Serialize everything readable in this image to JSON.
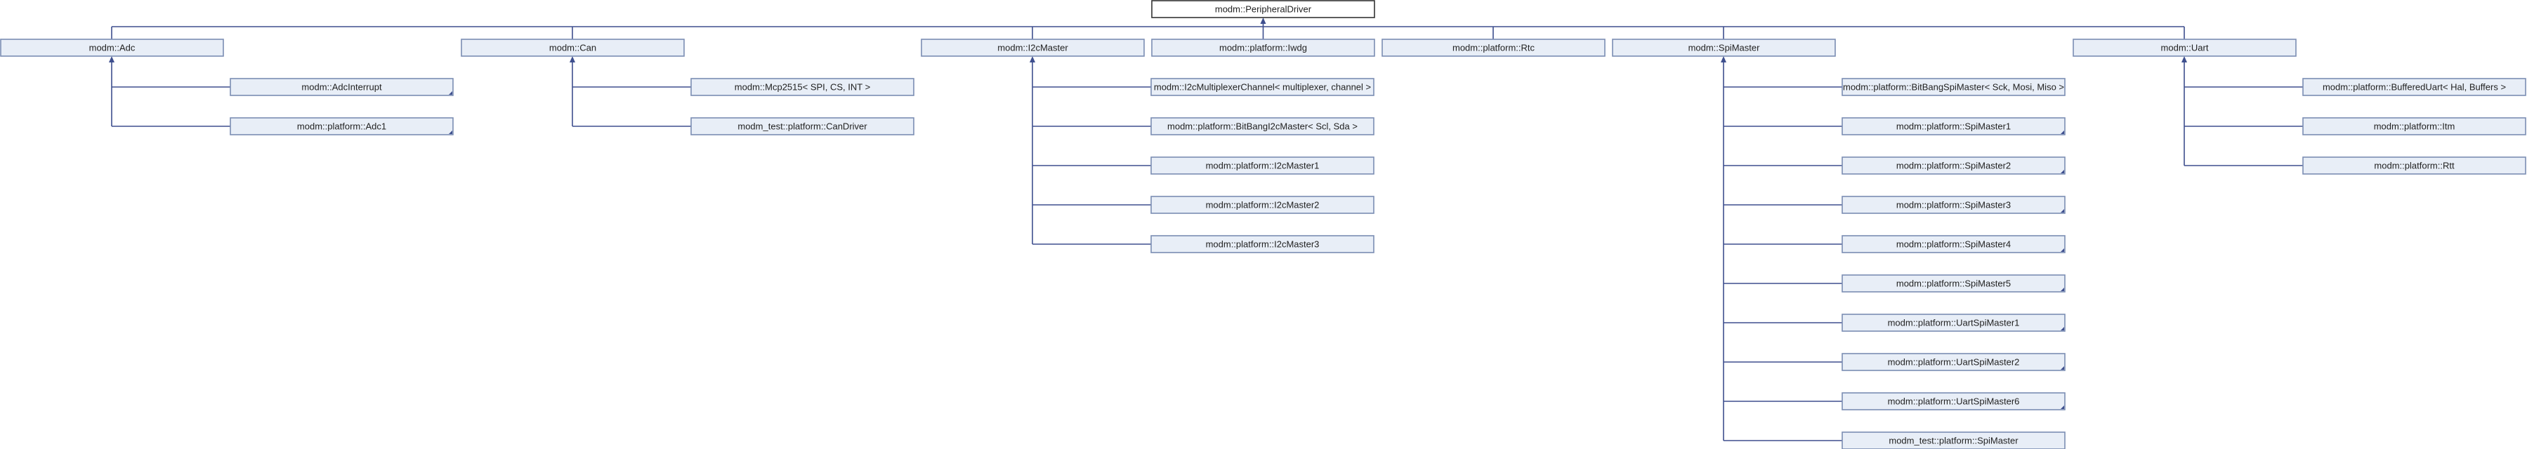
{
  "root": "modm::PeripheralDriver",
  "classes": {
    "adc": "modm::Adc",
    "can": "modm::Can",
    "i2c_master": "modm::I2cMaster",
    "iwdg": "modm::platform::Iwdg",
    "rtc": "modm::platform::Rtc",
    "spi_master": "modm::SpiMaster",
    "uart": "modm::Uart",
    "adc_interrupt": "modm::AdcInterrupt",
    "adc1": "modm::platform::Adc1",
    "mcp2515": "modm::Mcp2515< SPI, CS, INT >",
    "can_driver": "modm_test::platform::CanDriver",
    "i2c_mux_channel": "modm::I2cMultiplexerChannel< multiplexer, channel >",
    "bitbang_i2c": "modm::platform::BitBangI2cMaster< Scl, Sda >",
    "i2c_master1": "modm::platform::I2cMaster1",
    "i2c_master2": "modm::platform::I2cMaster2",
    "i2c_master3": "modm::platform::I2cMaster3",
    "bitbang_spi": "modm::platform::BitBangSpiMaster< Sck, Mosi, Miso >",
    "spi_master1": "modm::platform::SpiMaster1",
    "spi_master2": "modm::platform::SpiMaster2",
    "spi_master3": "modm::platform::SpiMaster3",
    "spi_master4": "modm::platform::SpiMaster4",
    "spi_master5": "modm::platform::SpiMaster5",
    "uart_spi_master1": "modm::platform::UartSpiMaster1",
    "uart_spi_master2": "modm::platform::UartSpiMaster2",
    "uart_spi_master6": "modm::platform::UartSpiMaster6",
    "test_spi_master": "modm_test::platform::SpiMaster",
    "buffered_uart": "modm::platform::BufferedUart< Hal, Buffers >",
    "itm": "modm::platform::Itm",
    "rtt": "modm::platform::Rtt"
  },
  "children": {
    "adc": [
      "adc_interrupt",
      "adc1"
    ],
    "can": [
      "mcp2515",
      "can_driver"
    ],
    "i2c_master": [
      "i2c_mux_channel",
      "bitbang_i2c",
      "i2c_master1",
      "i2c_master2",
      "i2c_master3"
    ],
    "spi_master": [
      "bitbang_spi",
      "spi_master1",
      "spi_master2",
      "spi_master3",
      "spi_master4",
      "spi_master5",
      "uart_spi_master1",
      "uart_spi_master2",
      "uart_spi_master6",
      "test_spi_master"
    ],
    "uart": [
      "buffered_uart",
      "itm",
      "rtt"
    ]
  },
  "truncated_marker_nodes": [
    "adc_interrupt",
    "adc1",
    "spi_master1",
    "spi_master2",
    "spi_master3",
    "spi_master4",
    "spi_master5",
    "uart_spi_master1",
    "uart_spi_master2",
    "uart_spi_master6"
  ],
  "colors": {
    "node_fill": "#e8eef7",
    "node_border": "#7b8db3",
    "root_fill": "#ffffff",
    "root_border": "#333333",
    "edge": "#3e4f8e",
    "text": "#222222"
  }
}
